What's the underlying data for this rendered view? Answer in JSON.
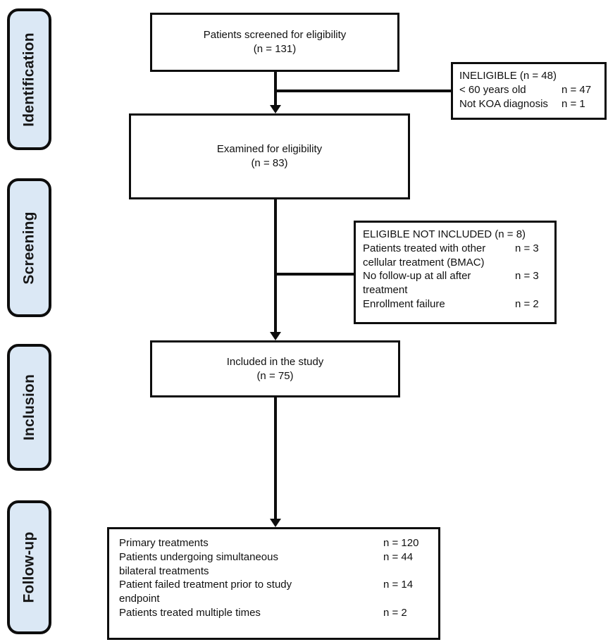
{
  "stages": [
    {
      "label": "Identification"
    },
    {
      "label": "Screening"
    },
    {
      "label": "Inclusion"
    },
    {
      "label": "Follow-up"
    }
  ],
  "flow": {
    "screened": {
      "title": "Patients screened for eligibility",
      "count": "(n = 131)"
    },
    "examined": {
      "title": "Examined for eligibility",
      "count": "(n = 83)"
    },
    "included": {
      "title": "Included in the study",
      "count": "(n = 75)"
    }
  },
  "exclusions": {
    "ineligible": {
      "title": "INELIGIBLE (n = 48)",
      "items": [
        {
          "label": "< 60 years old",
          "value": "n = 47"
        },
        {
          "label": "Not KOA diagnosis",
          "value": "n = 1"
        }
      ]
    },
    "eligible_not_included": {
      "title": "ELIGIBLE NOT INCLUDED (n = 8)",
      "items": [
        {
          "label": "Patients treated with other cellular treatment (BMAC)",
          "value": "n = 3"
        },
        {
          "label": "No follow-up at all after treatment",
          "value": "n = 3"
        },
        {
          "label": "Enrollment failure",
          "value": "n = 2"
        }
      ]
    }
  },
  "followup": {
    "items": [
      {
        "label": "Primary treatments",
        "value": "n = 120"
      },
      {
        "label": "Patients undergoing simultaneous bilateral treatments",
        "value": "n = 44"
      },
      {
        "label": "Patient failed treatment prior to study endpoint",
        "value": "n = 14"
      },
      {
        "label": "Patients treated multiple times",
        "value": "n = 2"
      }
    ]
  },
  "colors": {
    "stage_fill": "#dbe8f5",
    "line": "#0d0d0d",
    "background": "#ffffff"
  }
}
